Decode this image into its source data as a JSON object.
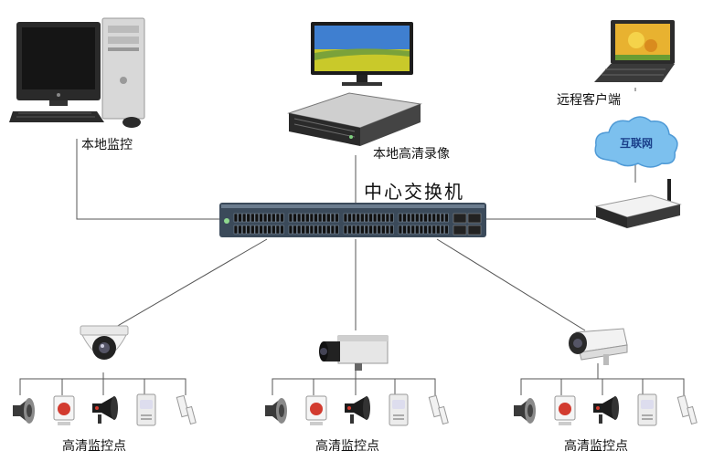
{
  "labels": {
    "local_monitor": "本地监控",
    "local_recorder": "本地高清录像",
    "remote_client": "远程客户端",
    "internet": "互联网",
    "core_switch": "中心交换机",
    "hd_point": "高清监控点"
  },
  "nodes": {
    "left_camera": "dome-camera-icon",
    "middle_camera": "box-camera-icon",
    "right_camera": "bullet-camera-icon"
  },
  "colors": {
    "wire": "#555555",
    "switch_body": "#3b4a5a",
    "cloud": "#6fb6ea",
    "cloud_text": "#1a3f8a",
    "alarm_red": "#d23b2f"
  }
}
